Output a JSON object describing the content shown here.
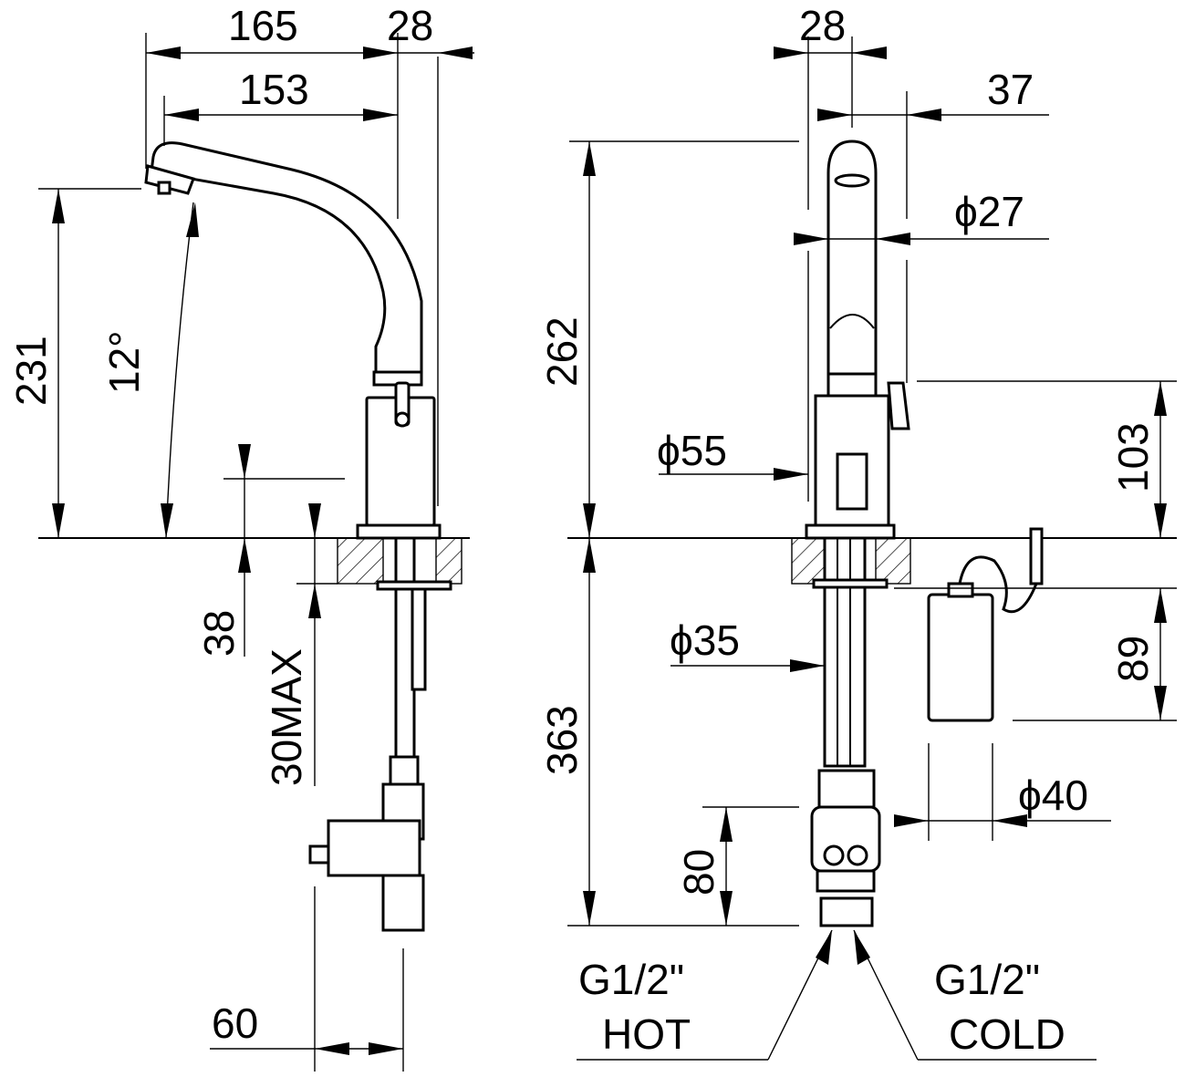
{
  "side_view": {
    "dim_spout_reach_total": "165",
    "dim_body_depth": "28",
    "dim_spout_reach": "153",
    "dim_spout_height": "231",
    "dim_spout_angle": "12°",
    "dim_shank_length": "38",
    "dim_deck_thickness": "30MAX",
    "dim_valve_offset": "60"
  },
  "front_view": {
    "dim_spout_width": "28",
    "dim_lever_offset": "37",
    "dim_spout_diameter": "ϕ27",
    "dim_total_height": "262",
    "dim_base_diameter": "ϕ55",
    "dim_lever_height": "103",
    "dim_below_deck": "363",
    "dim_shank_diameter": "ϕ35",
    "dim_battery_height": "89",
    "dim_battery_diameter": "ϕ40",
    "dim_valve_height": "80",
    "label_hot_thread": "G1/2\"",
    "label_hot": "HOT",
    "label_cold_thread": "G1/2\"",
    "label_cold": "COLD"
  }
}
